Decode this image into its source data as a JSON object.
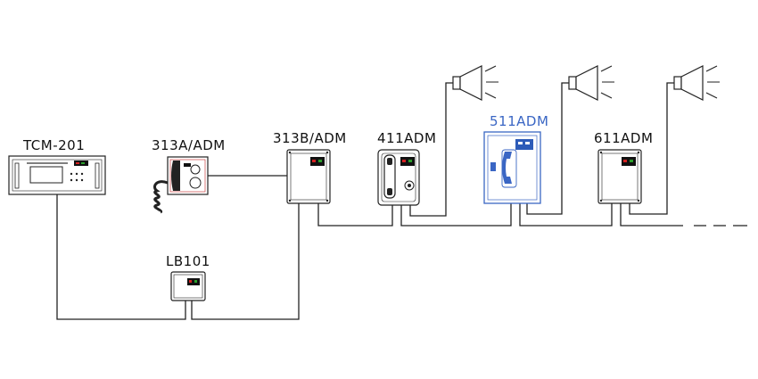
{
  "devices": {
    "tcm": {
      "label": "TCM-201"
    },
    "a313": {
      "label": "313A/ADM"
    },
    "b313": {
      "label": "313B/ADM"
    },
    "d411": {
      "label": "411ADM"
    },
    "d511": {
      "label": "511ADM"
    },
    "d611": {
      "label": "611ADM"
    },
    "lb101": {
      "label": "LB101"
    }
  },
  "colors": {
    "line": "#222222",
    "highlight": "#3a66c4",
    "indicator_red": "#d42020",
    "indicator_green": "#2aa02a"
  },
  "icons": {
    "speaker": "horn-speaker-icon",
    "handset": "handset-icon"
  }
}
